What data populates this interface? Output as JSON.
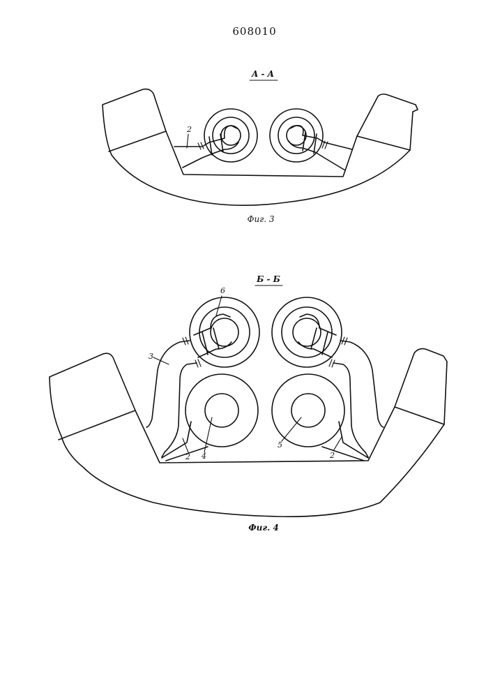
{
  "patent_number": "608010",
  "fig3": {
    "section_label": "A - A",
    "caption": "Фиг. 3",
    "labels": {
      "part2": "2"
    }
  },
  "fig4": {
    "section_label": "Б - Б",
    "caption": "Фиг. 4",
    "labels": {
      "part6": "6",
      "part3": "3",
      "part4": "4",
      "part5": "5",
      "part2_left": "2",
      "part2_right": "2"
    }
  }
}
